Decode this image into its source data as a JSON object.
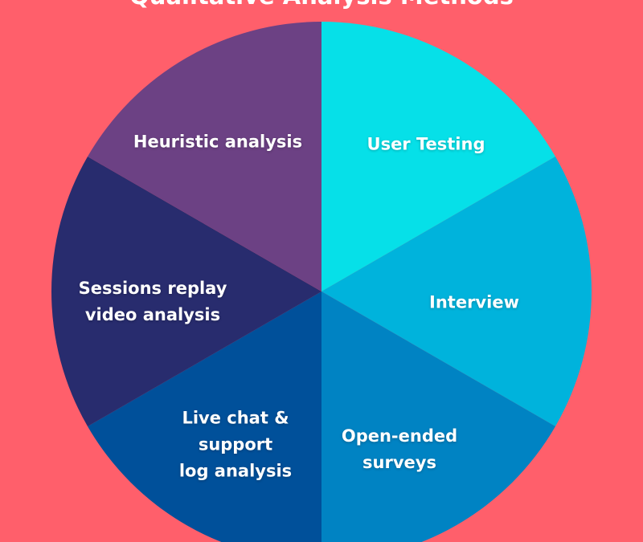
{
  "title": "Qualitative Analysis Methods",
  "slices": [
    {
      "label": "User Testing",
      "color": "#06E0E8"
    },
    {
      "label": "Interview",
      "color": "#00B3DC"
    },
    {
      "label": "Open-ended\nsurveys",
      "color": "#0083C3"
    },
    {
      "label": "Live chat &\nsupport\nlog analysis",
      "color": "#00509A"
    },
    {
      "label": "Sessions replay\nvideo analysis",
      "color": "#282C6E"
    },
    {
      "label": "Heuristic analysis",
      "color": "#6C4184"
    }
  ]
}
